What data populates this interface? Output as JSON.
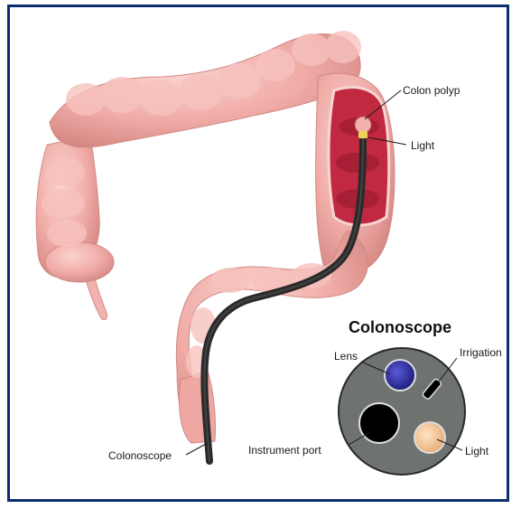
{
  "labels": {
    "colon_polyp": "Colon polyp",
    "light_top": "Light",
    "colonoscope_tube": "Colonoscope",
    "instrument_port": "Instrument port",
    "lens": "Lens",
    "irrigation": "Irrigation",
    "light_tip": "Light"
  },
  "inset": {
    "title": "Colonoscope"
  },
  "colors": {
    "frame": "#0b2e6e",
    "colon": "#f2b2ae",
    "colon_shadow": "#d98f8c",
    "cutaway": "#c0293f",
    "tube": "#2a2a2a",
    "scope_face": "#6e7370",
    "lens": "#2b2a9e",
    "port": "#000000",
    "light": "#f6caa0"
  }
}
